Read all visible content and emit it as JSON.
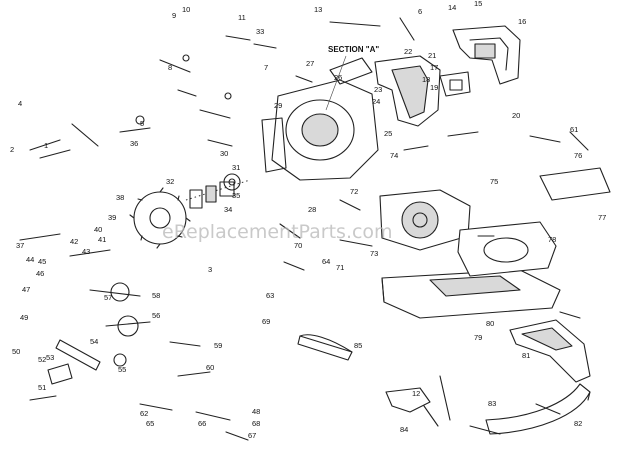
{
  "diagram": {
    "section_label": "SECTION \"A\"",
    "watermark": "eReplacementParts.com",
    "callouts": [
      "1",
      "2",
      "3",
      "4",
      "5",
      "6",
      "7",
      "8",
      "9",
      "10",
      "11",
      "12",
      "13",
      "14",
      "15",
      "16",
      "17",
      "18",
      "19",
      "20",
      "21",
      "22",
      "23",
      "24",
      "25",
      "26",
      "27",
      "28",
      "29",
      "30",
      "31",
      "32",
      "33",
      "34",
      "35",
      "36",
      "37",
      "38",
      "39",
      "40",
      "41",
      "42",
      "43",
      "44",
      "45",
      "46",
      "47",
      "48",
      "49",
      "50",
      "51",
      "52",
      "53",
      "54",
      "55",
      "56",
      "57",
      "58",
      "59",
      "60",
      "61",
      "62",
      "63",
      "64",
      "65",
      "66",
      "67",
      "68",
      "69",
      "70",
      "71",
      "72",
      "73",
      "74",
      "75",
      "76",
      "77",
      "78",
      "79",
      "80",
      "81",
      "82",
      "83",
      "84",
      "85"
    ]
  }
}
